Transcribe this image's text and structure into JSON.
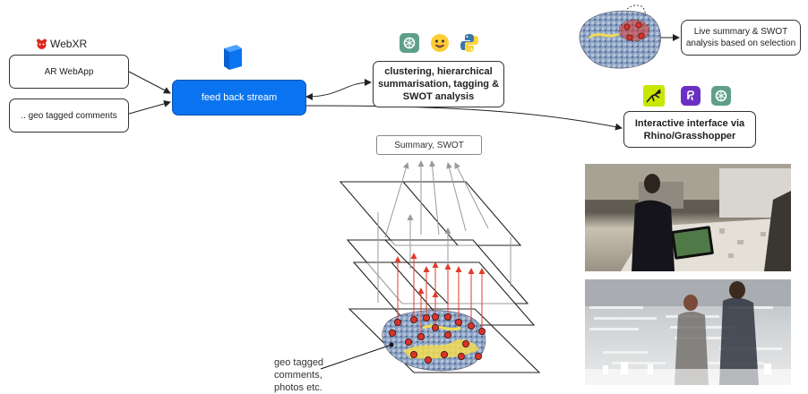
{
  "webxr": {
    "label": "WebXR",
    "logo_color": "#e0251b"
  },
  "boxes": {
    "ar_webapp": "AR WebApp",
    "geo_comments": ".. geo tagged comments",
    "feed_back_stream": "feed back stream",
    "clustering": "clustering, hierarchical summarisation, tagging & SWOT analysis",
    "interactive": "Interactive interface via Rhino/Grasshopper",
    "live_summary": "Live summary & SWOT analysis based on selection",
    "summary_swot": "Summary, SWOT"
  },
  "caption": {
    "line1": "geo tagged",
    "line2": "comments,",
    "line3": "photos etc."
  },
  "icons": {
    "row1": [
      "openai-icon",
      "huggingface-icon",
      "python-icon"
    ],
    "row2": [
      "grasshopper-icon",
      "plugin-icon",
      "openai-icon"
    ]
  },
  "colors": {
    "accent_blue": "#0a74f0",
    "arrow_red": "#e23b2a",
    "arrow_grey": "#9a9a9a",
    "map_blue": "#6f8fb8",
    "map_yellow": "#f2dc52",
    "marker_red": "#d9342a"
  }
}
